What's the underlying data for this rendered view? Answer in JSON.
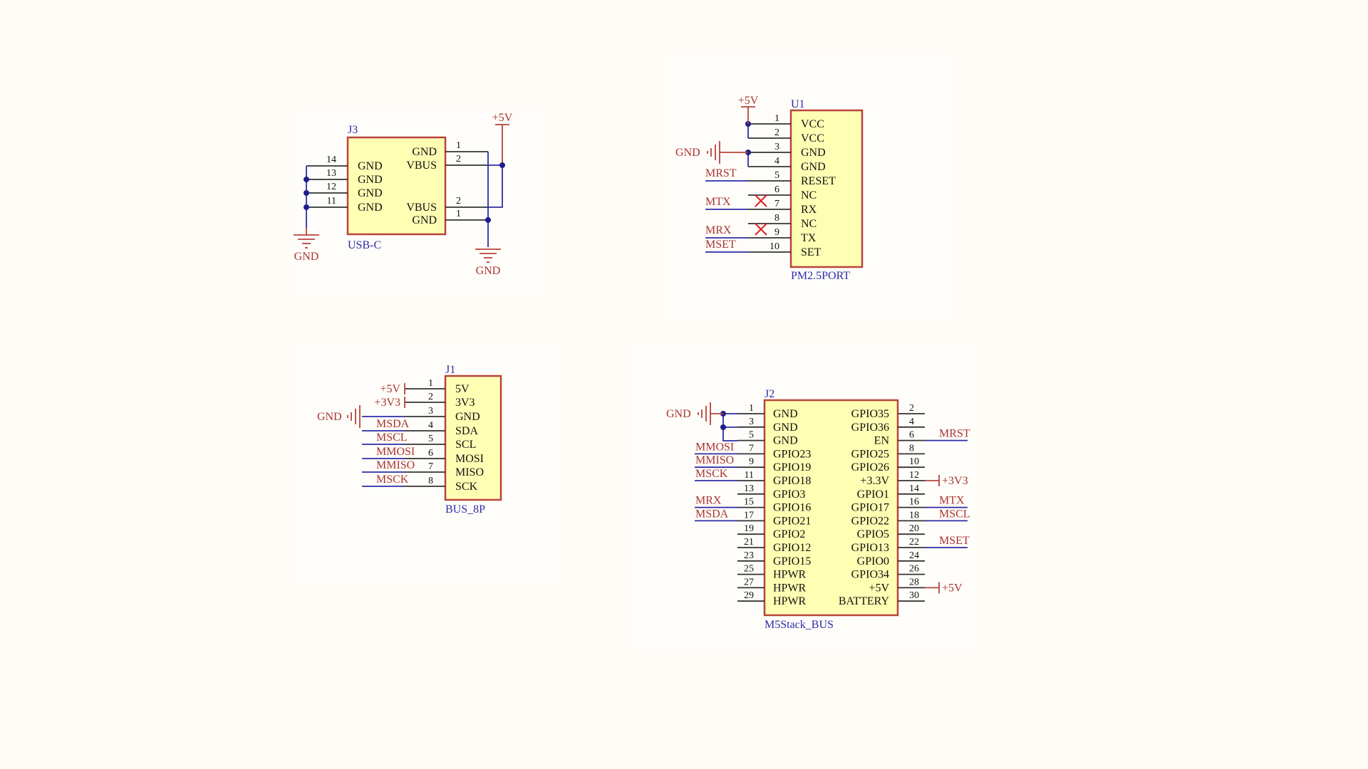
{
  "diagram": {
    "power_labels": {
      "plus5v": "+5V",
      "plus3v3": "+3V3",
      "gnd": "GND"
    },
    "j3": {
      "designator": "J3",
      "value": "USB-C",
      "left_pins": [
        {
          "num": "14",
          "name": "GND"
        },
        {
          "num": "13",
          "name": "GND"
        },
        {
          "num": "12",
          "name": "GND"
        },
        {
          "num": "11",
          "name": "GND"
        }
      ],
      "right_pins": [
        {
          "num": "1",
          "name": "GND"
        },
        {
          "num": "2",
          "name": "VBUS"
        },
        {
          "num": "2",
          "name": "VBUS"
        },
        {
          "num": "1",
          "name": "GND"
        }
      ]
    },
    "u1": {
      "designator": "U1",
      "value": "PM2.5PORT",
      "pins": [
        {
          "num": "1",
          "name": "VCC",
          "net": ""
        },
        {
          "num": "2",
          "name": "VCC",
          "net": ""
        },
        {
          "num": "3",
          "name": "GND",
          "net": ""
        },
        {
          "num": "4",
          "name": "GND",
          "net": ""
        },
        {
          "num": "5",
          "name": "RESET",
          "net": "MRST"
        },
        {
          "num": "6",
          "name": "NC",
          "net": ""
        },
        {
          "num": "7",
          "name": "RX",
          "net": "MTX"
        },
        {
          "num": "8",
          "name": "NC",
          "net": ""
        },
        {
          "num": "9",
          "name": "TX",
          "net": "MRX"
        },
        {
          "num": "10",
          "name": "SET",
          "net": "MSET"
        }
      ]
    },
    "j1": {
      "designator": "J1",
      "value": "BUS_8P",
      "pins": [
        {
          "num": "1",
          "name": "5V",
          "net": "+5V"
        },
        {
          "num": "2",
          "name": "3V3",
          "net": "+3V3"
        },
        {
          "num": "3",
          "name": "GND",
          "net": ""
        },
        {
          "num": "4",
          "name": "SDA",
          "net": "MSDA"
        },
        {
          "num": "5",
          "name": "SCL",
          "net": "MSCL"
        },
        {
          "num": "6",
          "name": "MOSI",
          "net": "MMOSI"
        },
        {
          "num": "7",
          "name": "MISO",
          "net": "MMISO"
        },
        {
          "num": "8",
          "name": "SCK",
          "net": "MSCK"
        }
      ]
    },
    "j2": {
      "designator": "J2",
      "value": "M5Stack_BUS",
      "left_pins": [
        {
          "num": "1",
          "name": "GND",
          "net": ""
        },
        {
          "num": "3",
          "name": "GND",
          "net": ""
        },
        {
          "num": "5",
          "name": "GND",
          "net": ""
        },
        {
          "num": "7",
          "name": "GPIO23",
          "net": "MMOSI"
        },
        {
          "num": "9",
          "name": "GPIO19",
          "net": "MMISO"
        },
        {
          "num": "11",
          "name": "GPIO18",
          "net": "MSCK"
        },
        {
          "num": "13",
          "name": "GPIO3",
          "net": ""
        },
        {
          "num": "15",
          "name": "GPIO16",
          "net": "MRX"
        },
        {
          "num": "17",
          "name": "GPIO21",
          "net": "MSDA"
        },
        {
          "num": "19",
          "name": "GPIO2",
          "net": ""
        },
        {
          "num": "21",
          "name": "GPIO12",
          "net": ""
        },
        {
          "num": "23",
          "name": "GPIO15",
          "net": ""
        },
        {
          "num": "25",
          "name": "HPWR",
          "net": ""
        },
        {
          "num": "27",
          "name": "HPWR",
          "net": ""
        },
        {
          "num": "29",
          "name": "HPWR",
          "net": ""
        }
      ],
      "right_pins": [
        {
          "num": "2",
          "name": "GPIO35",
          "net": ""
        },
        {
          "num": "4",
          "name": "GPIO36",
          "net": ""
        },
        {
          "num": "6",
          "name": "EN",
          "net": "MRST"
        },
        {
          "num": "8",
          "name": "GPIO25",
          "net": ""
        },
        {
          "num": "10",
          "name": "GPIO26",
          "net": ""
        },
        {
          "num": "12",
          "name": "+3.3V",
          "net": "+3V3"
        },
        {
          "num": "14",
          "name": "GPIO1",
          "net": ""
        },
        {
          "num": "16",
          "name": "GPIO17",
          "net": "MTX"
        },
        {
          "num": "18",
          "name": "GPIO22",
          "net": "MSCL"
        },
        {
          "num": "20",
          "name": "GPIO5",
          "net": ""
        },
        {
          "num": "22",
          "name": "GPIO13",
          "net": "MSET"
        },
        {
          "num": "24",
          "name": "GPIO0",
          "net": ""
        },
        {
          "num": "26",
          "name": "GPIO34",
          "net": ""
        },
        {
          "num": "28",
          "name": "+5V",
          "net": "+5V"
        },
        {
          "num": "30",
          "name": "BATTERY",
          "net": ""
        }
      ]
    }
  }
}
